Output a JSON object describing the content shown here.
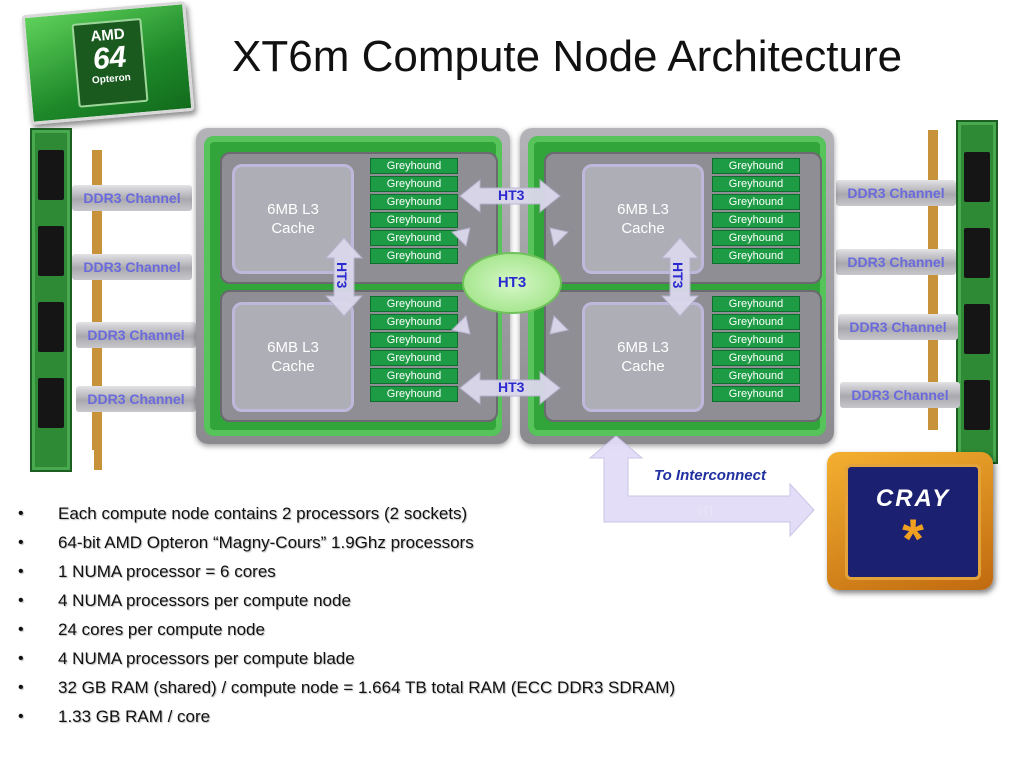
{
  "title": "XT6m Compute Node Architecture",
  "logos": {
    "amd": {
      "brand": "AMD",
      "mark": "64",
      "product": "Opteron"
    },
    "cray": {
      "word": "CRAY",
      "mark": "*"
    }
  },
  "diagram": {
    "ddr3_label": "DDR3 Channel",
    "cache_label_line1": "6MB L3",
    "cache_label_line2": "Cache",
    "core_label": "Greyhound",
    "ht3_label": "HT3",
    "interconnect_label": "To Interconnect",
    "ht_label": "HT"
  },
  "bullets": [
    "Each compute node contains 2 processors (2 sockets)",
    "64-bit AMD Opteron “Magny-Cours” 1.9Ghz processors",
    "1 NUMA processor = 6 cores",
    "4 NUMA processors per compute node",
    "24 cores per compute node",
    "4 NUMA processors per compute blade",
    "32 GB RAM (shared) / compute node = 1.664 TB total RAM  (ECC DDR3 SDRAM)",
    "1.33 GB RAM / core"
  ],
  "colors": {
    "socket_green": "#31a53a",
    "core_green": "#1d9c45",
    "link_text": "#2a2ad0",
    "arrow_fill": "#ded8f4"
  }
}
